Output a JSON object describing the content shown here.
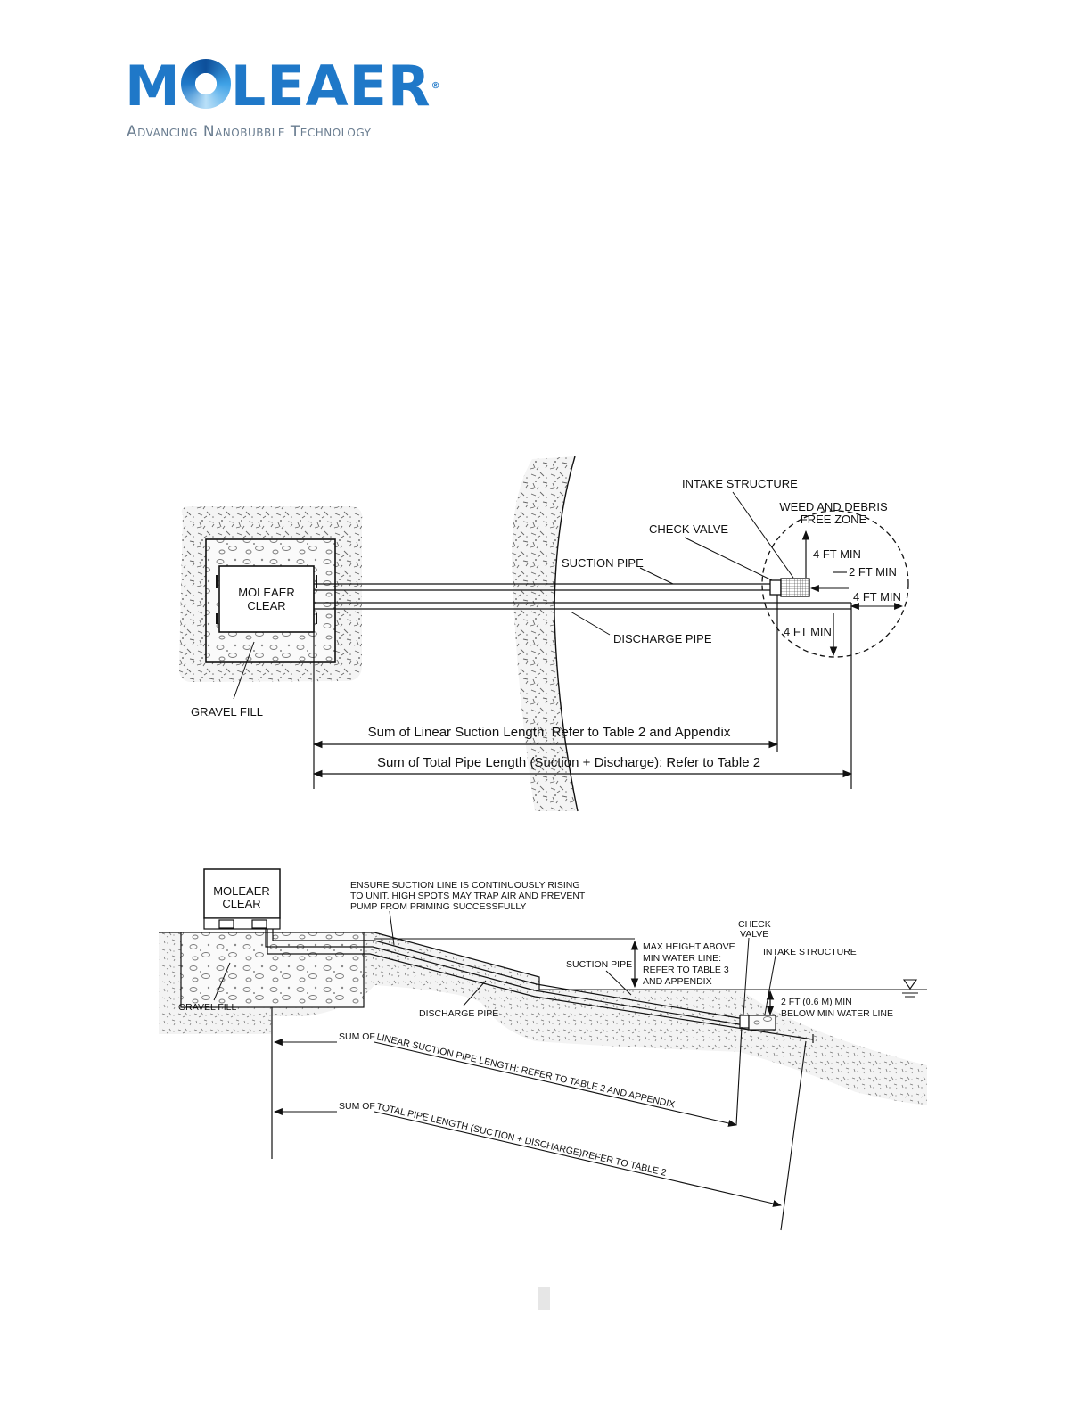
{
  "logo": {
    "word_left": "M",
    "word_right": "LEAER",
    "registered": "®",
    "tagline": "Advancing Nanobubble Technology"
  },
  "plan_view": {
    "unit_line1": "MOLEAER",
    "unit_line2": "CLEAR",
    "gravel_fill": "GRAVEL FILL",
    "intake_structure": "INTAKE STRUCTURE",
    "weed_line1": "WEED AND DEBRIS",
    "weed_line2": "FREE ZONE",
    "check_valve": "CHECK  VALVE",
    "suction_pipe": "SUCTION PIPE",
    "discharge_pipe": "DISCHARGE PIPE",
    "dim_top": "4 FT MIN",
    "dim_side": "2 FT MIN",
    "dim_right": "4 FT MIN",
    "dim_bottom": "4 FT MIN",
    "linear_suction": "Sum of Linear Suction Length: Refer to Table 2 and Appendix",
    "total_pipe": "Sum of Total Pipe Length (Suction + Discharge): Refer to Table 2"
  },
  "section_view": {
    "unit_line1": "MOLEAER",
    "unit_line2": "CLEAR",
    "gravel_fill": "GRAVEL FILL",
    "note_line1": "ENSURE SUCTION LINE IS CONTINUOUSLY RISING",
    "note_line2": "TO UNIT. HIGH SPOTS MAY TRAP AIR AND PREVENT",
    "note_line3": "PUMP FROM PRIMING SUCCESSFULLY",
    "check_line1": "CHECK",
    "check_line2": "VALVE",
    "max_line1": "MAX HEIGHT ABOVE",
    "max_line2": "MIN WATER LINE:",
    "max_line3": "REFER TO TABLE 3",
    "max_line4": "AND APPENDIX",
    "intake_structure": "INTAKE STRUCTURE",
    "suction_pipe": "SUCTION PIPE",
    "discharge_pipe": "DISCHARGE PIPE",
    "depth_line1": "2 FT (0.6 M) MIN",
    "depth_line2": "BELOW MIN WATER LINE",
    "sum_of_1": "SUM OF",
    "linear_suction": "LINEAR SUCTION PIPE LENGTH: REFER TO TABLE 2 AND APPENDIX",
    "sum_of_2": "SUM OF",
    "total_pipe": "TOTAL PIPE LENGTH (SUCTION + DISCHARGE)REFER TO TABLE 2"
  }
}
